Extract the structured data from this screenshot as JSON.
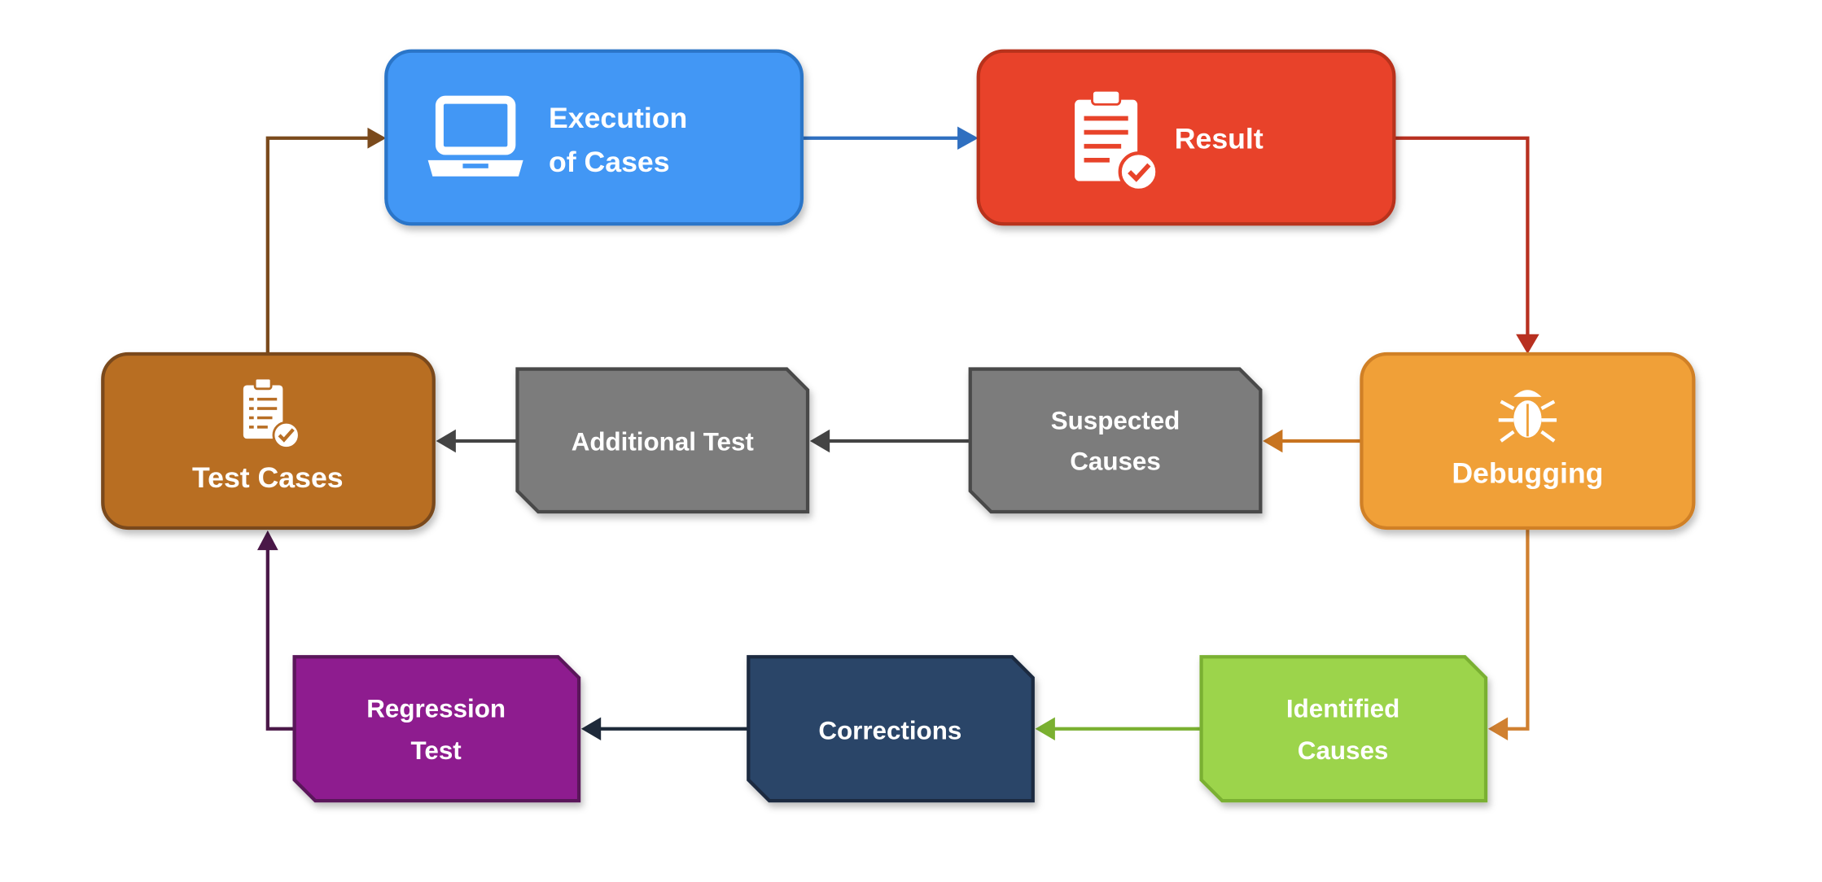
{
  "title": "Debugging process flow",
  "nodes": {
    "execution": {
      "line1": "Execution",
      "line2": "of Cases",
      "color": "#4297f5",
      "icon": "laptop-icon"
    },
    "result": {
      "label": "Result",
      "color": "#e8432a",
      "icon": "clipboard-check-icon"
    },
    "debugging": {
      "label": "Debugging",
      "color": "#f0a038",
      "icon": "bug-icon"
    },
    "suspected": {
      "line1": "Suspected",
      "line2": "Causes",
      "color": "#7b7b7b"
    },
    "additional": {
      "label": "Additional Test",
      "color": "#7b7b7b"
    },
    "test_cases": {
      "label": "Test Cases",
      "color": "#b86e24",
      "icon": "checklist-icon"
    },
    "identified": {
      "line1": "Identified",
      "line2": "Causes",
      "color": "#9cd44c"
    },
    "corrections": {
      "label": "Corrections",
      "color": "#2b4468"
    },
    "regression": {
      "line1": "Regression",
      "line2": "Test",
      "color": "#8e1f8f"
    }
  }
}
